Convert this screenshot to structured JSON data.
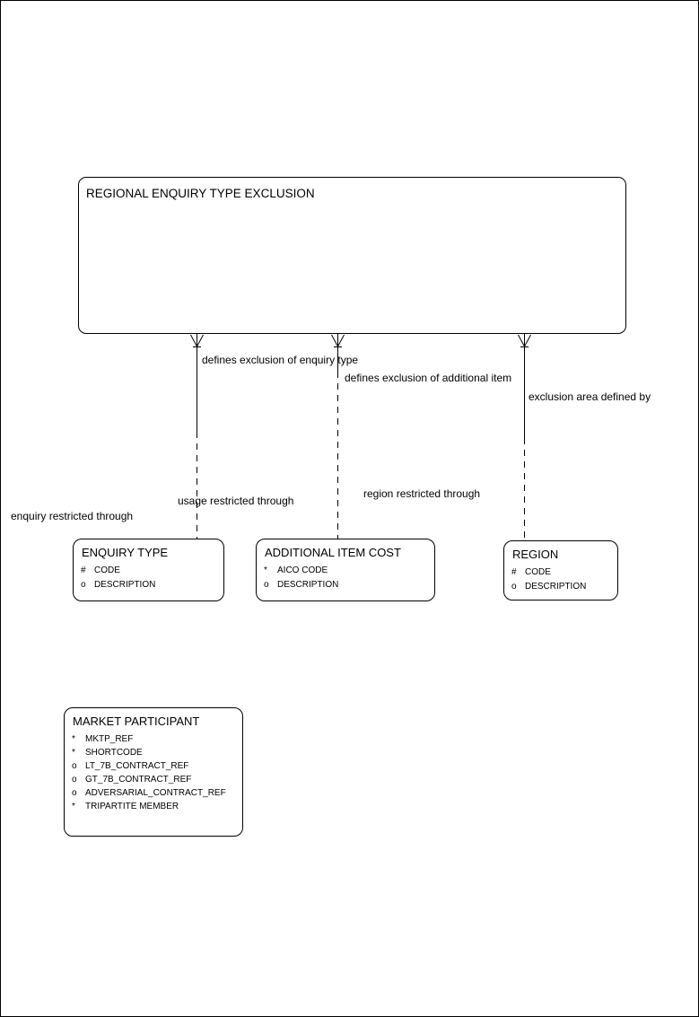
{
  "colors": {
    "line": "#000000",
    "text": "#000000",
    "background": "#ffffff"
  },
  "diagram": {
    "root_entity": {
      "title": "REGIONAL ENQUIRY TYPE EXCLUSION"
    },
    "relationships": [
      {
        "parent_label": "defines exclusion of enquiry type",
        "child_label": "enquiry restricted through",
        "child_entity": "ENQUIRY TYPE",
        "cardinality_marker": "crows-foot"
      },
      {
        "parent_label": "defines exclusion of additional item",
        "child_label": "usage restricted through",
        "child_entity": "ADDITIONAL ITEM COST",
        "cardinality_marker": "crows-foot"
      },
      {
        "parent_label": "exclusion area defined by",
        "child_label": "region restricted through",
        "child_entity": "REGION",
        "cardinality_marker": "crows-foot"
      }
    ],
    "entities": [
      {
        "title": "ENQUIRY TYPE",
        "attributes": [
          {
            "marker": "#",
            "name": "CODE"
          },
          {
            "marker": "o",
            "name": "DESCRIPTION"
          }
        ]
      },
      {
        "title": "ADDITIONAL ITEM COST",
        "attributes": [
          {
            "marker": "*",
            "name": "AICO CODE"
          },
          {
            "marker": "o",
            "name": "DESCRIPTION"
          }
        ]
      },
      {
        "title": "REGION",
        "attributes": [
          {
            "marker": "#",
            "name": "CODE"
          },
          {
            "marker": "o",
            "name": "DESCRIPTION"
          }
        ]
      },
      {
        "title": "MARKET PARTICIPANT",
        "attributes": [
          {
            "marker": "*",
            "name": "MKTP_REF"
          },
          {
            "marker": "*",
            "name": "SHORTCODE"
          },
          {
            "marker": "o",
            "name": "LT_7B_CONTRACT_REF"
          },
          {
            "marker": "o",
            "name": "GT_7B_CONTRACT_REF"
          },
          {
            "marker": "o",
            "name": "ADVERSARIAL_CONTRACT_REF"
          },
          {
            "marker": "*",
            "name": "TRIPARTITE MEMBER"
          }
        ]
      }
    ]
  }
}
